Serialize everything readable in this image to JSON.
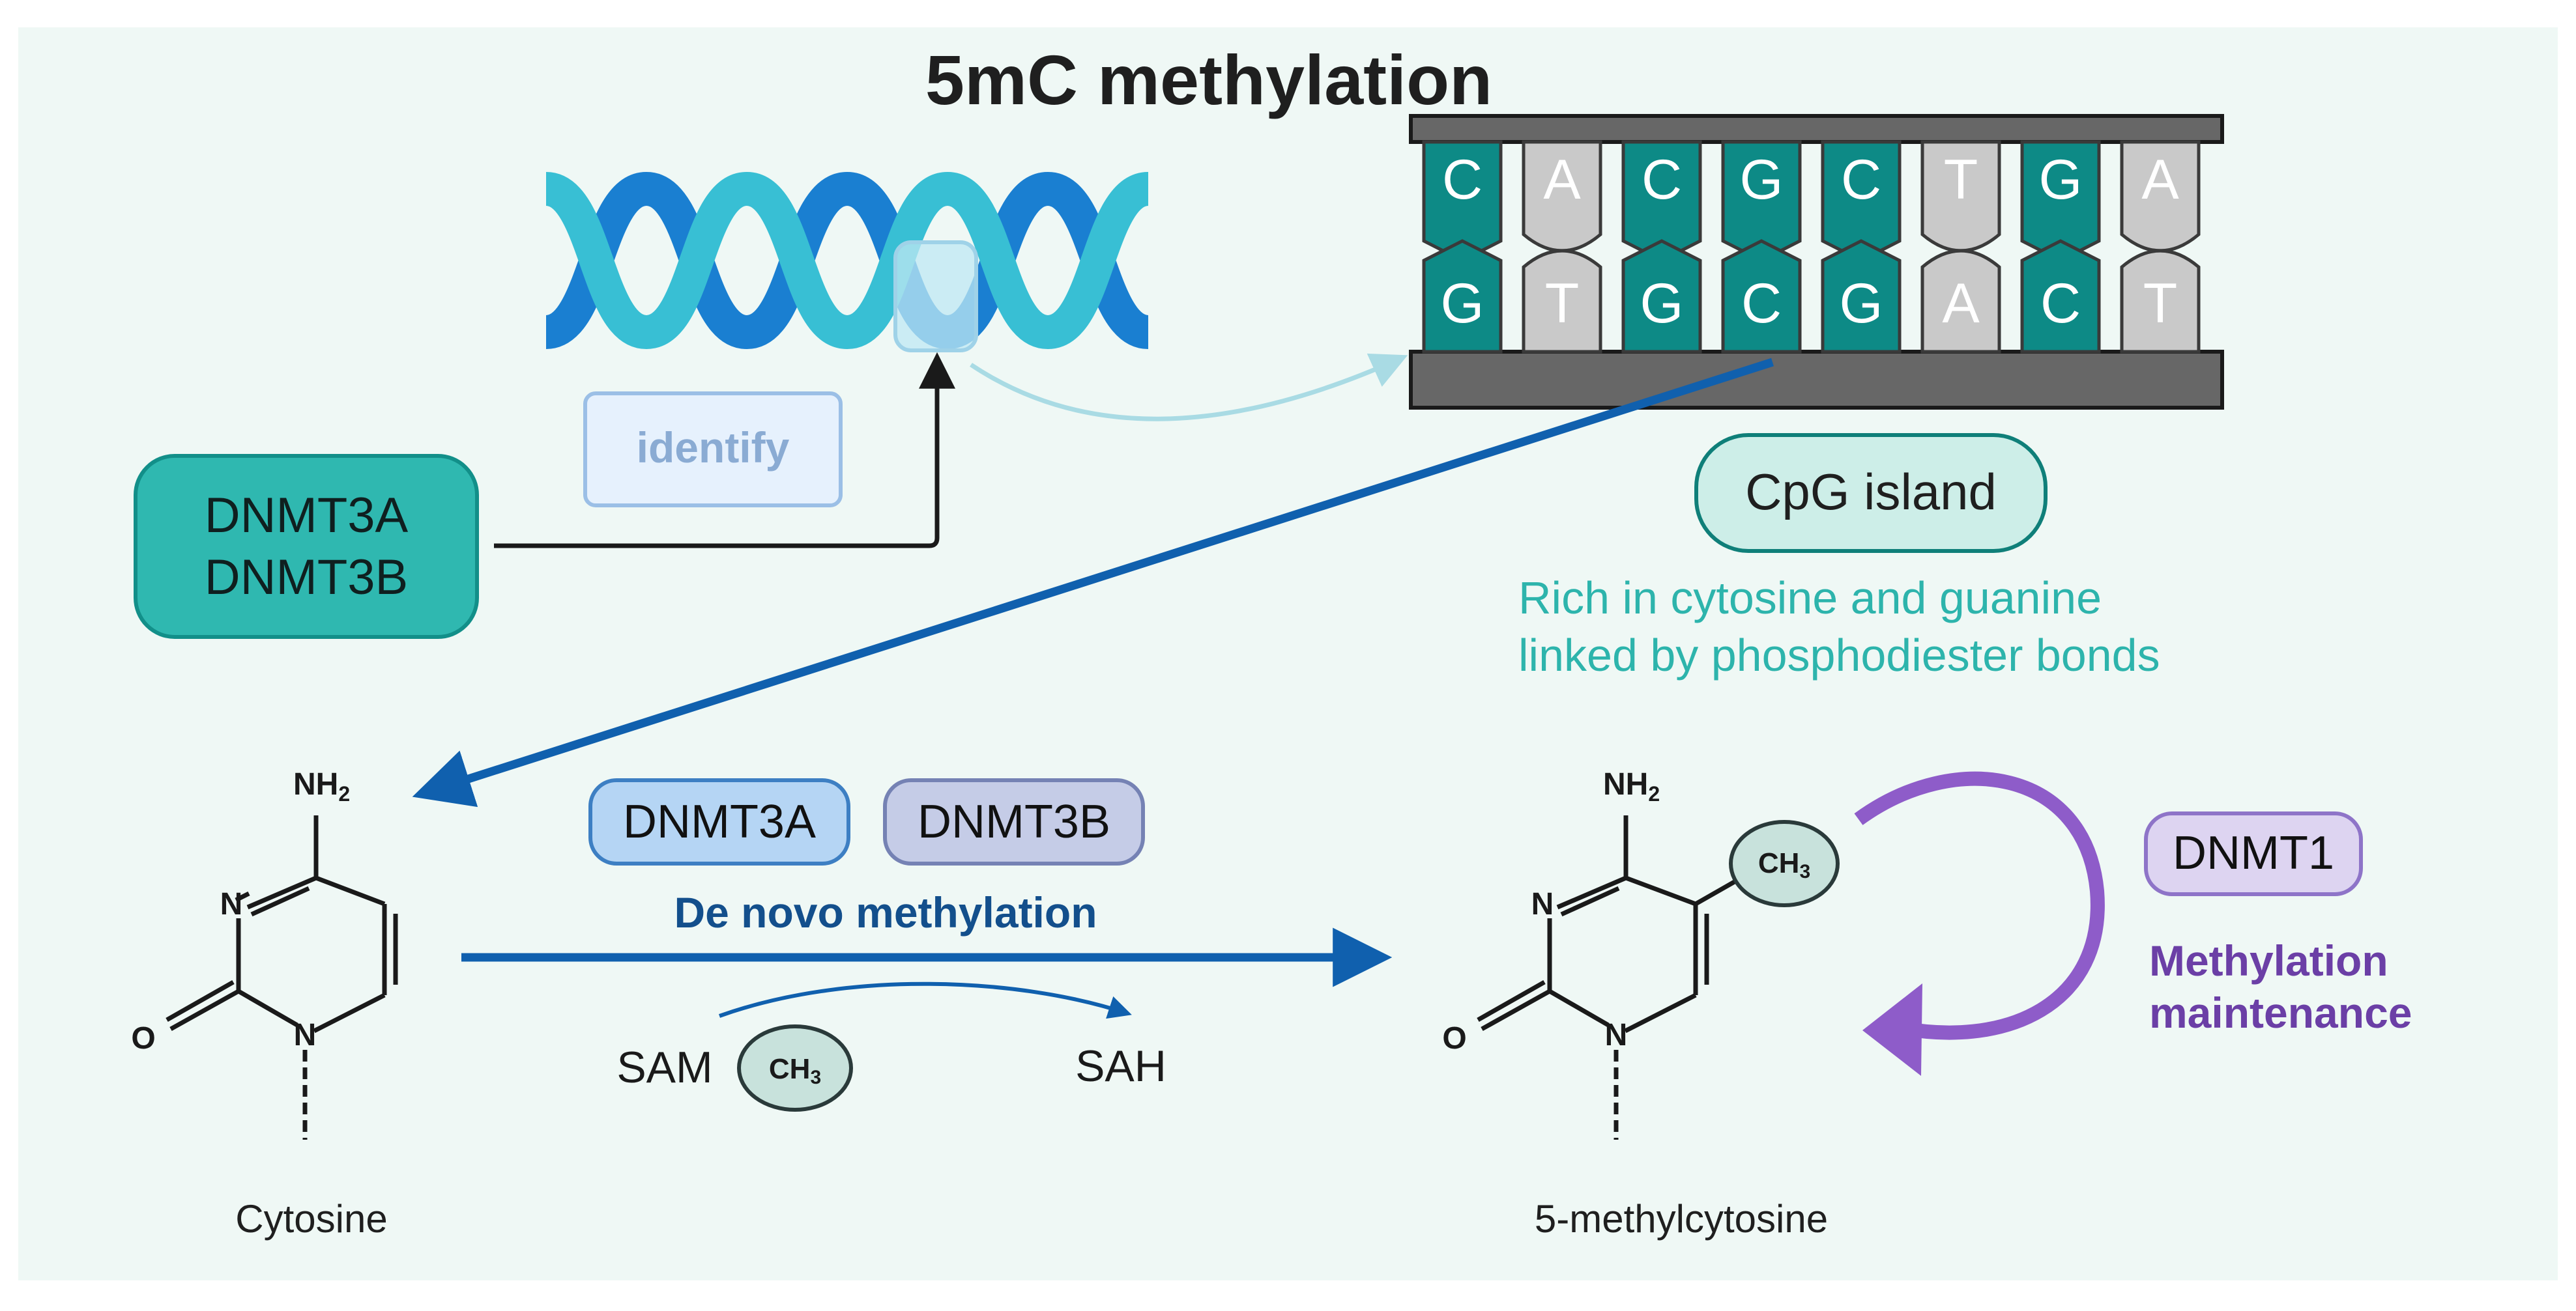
{
  "title": "5mC methylation",
  "dna_helix": {
    "icon": "dna-double-helix-icon"
  },
  "identify_label": "identify",
  "enzyme_box": {
    "line1": "DNMT3A",
    "line2": "DNMT3B"
  },
  "cpg_strand": {
    "top": [
      "C",
      "A",
      "C",
      "G",
      "C",
      "T",
      "G",
      "A"
    ],
    "bottom": [
      "G",
      "T",
      "G",
      "C",
      "G",
      "A",
      "C",
      "T"
    ],
    "cg_color": "#0d8a86",
    "at_color": "#c9c9c9"
  },
  "cpg_label": "CpG island",
  "cpg_desc": {
    "line1": "Rich in cytosine and guanine",
    "line2": "linked by phosphodiester bonds"
  },
  "cytosine": {
    "nh2": "NH",
    "nh2_sub": "2",
    "n_top": "N",
    "n_bottom": "N",
    "o": "O",
    "label": "Cytosine"
  },
  "denovo": {
    "enzyme_a": "DNMT3A",
    "enzyme_b": "DNMT3B",
    "label": "De novo methylation",
    "sam": "SAM",
    "ch3": "CH",
    "ch3_sub": "3",
    "sah": "SAH"
  },
  "methylcytosine": {
    "nh2": "NH",
    "nh2_sub": "2",
    "ch3": "CH",
    "ch3_sub": "3",
    "n_top": "N",
    "n_bottom": "N",
    "o": "O",
    "label": "5-methylcytosine"
  },
  "maintenance": {
    "enzyme": "DNMT1",
    "line1": "Methylation",
    "line2": "maintenance"
  },
  "colors": {
    "background": "#eff8f5",
    "teal_dark": "#0d8a86",
    "teal_box": "#2fb8b0",
    "teal_text": "#2db4ac",
    "blue_arrow": "#1060ae",
    "navy_text": "#134f8c",
    "purple": "#8e5cc9",
    "purple_text": "#6b3fa6"
  }
}
